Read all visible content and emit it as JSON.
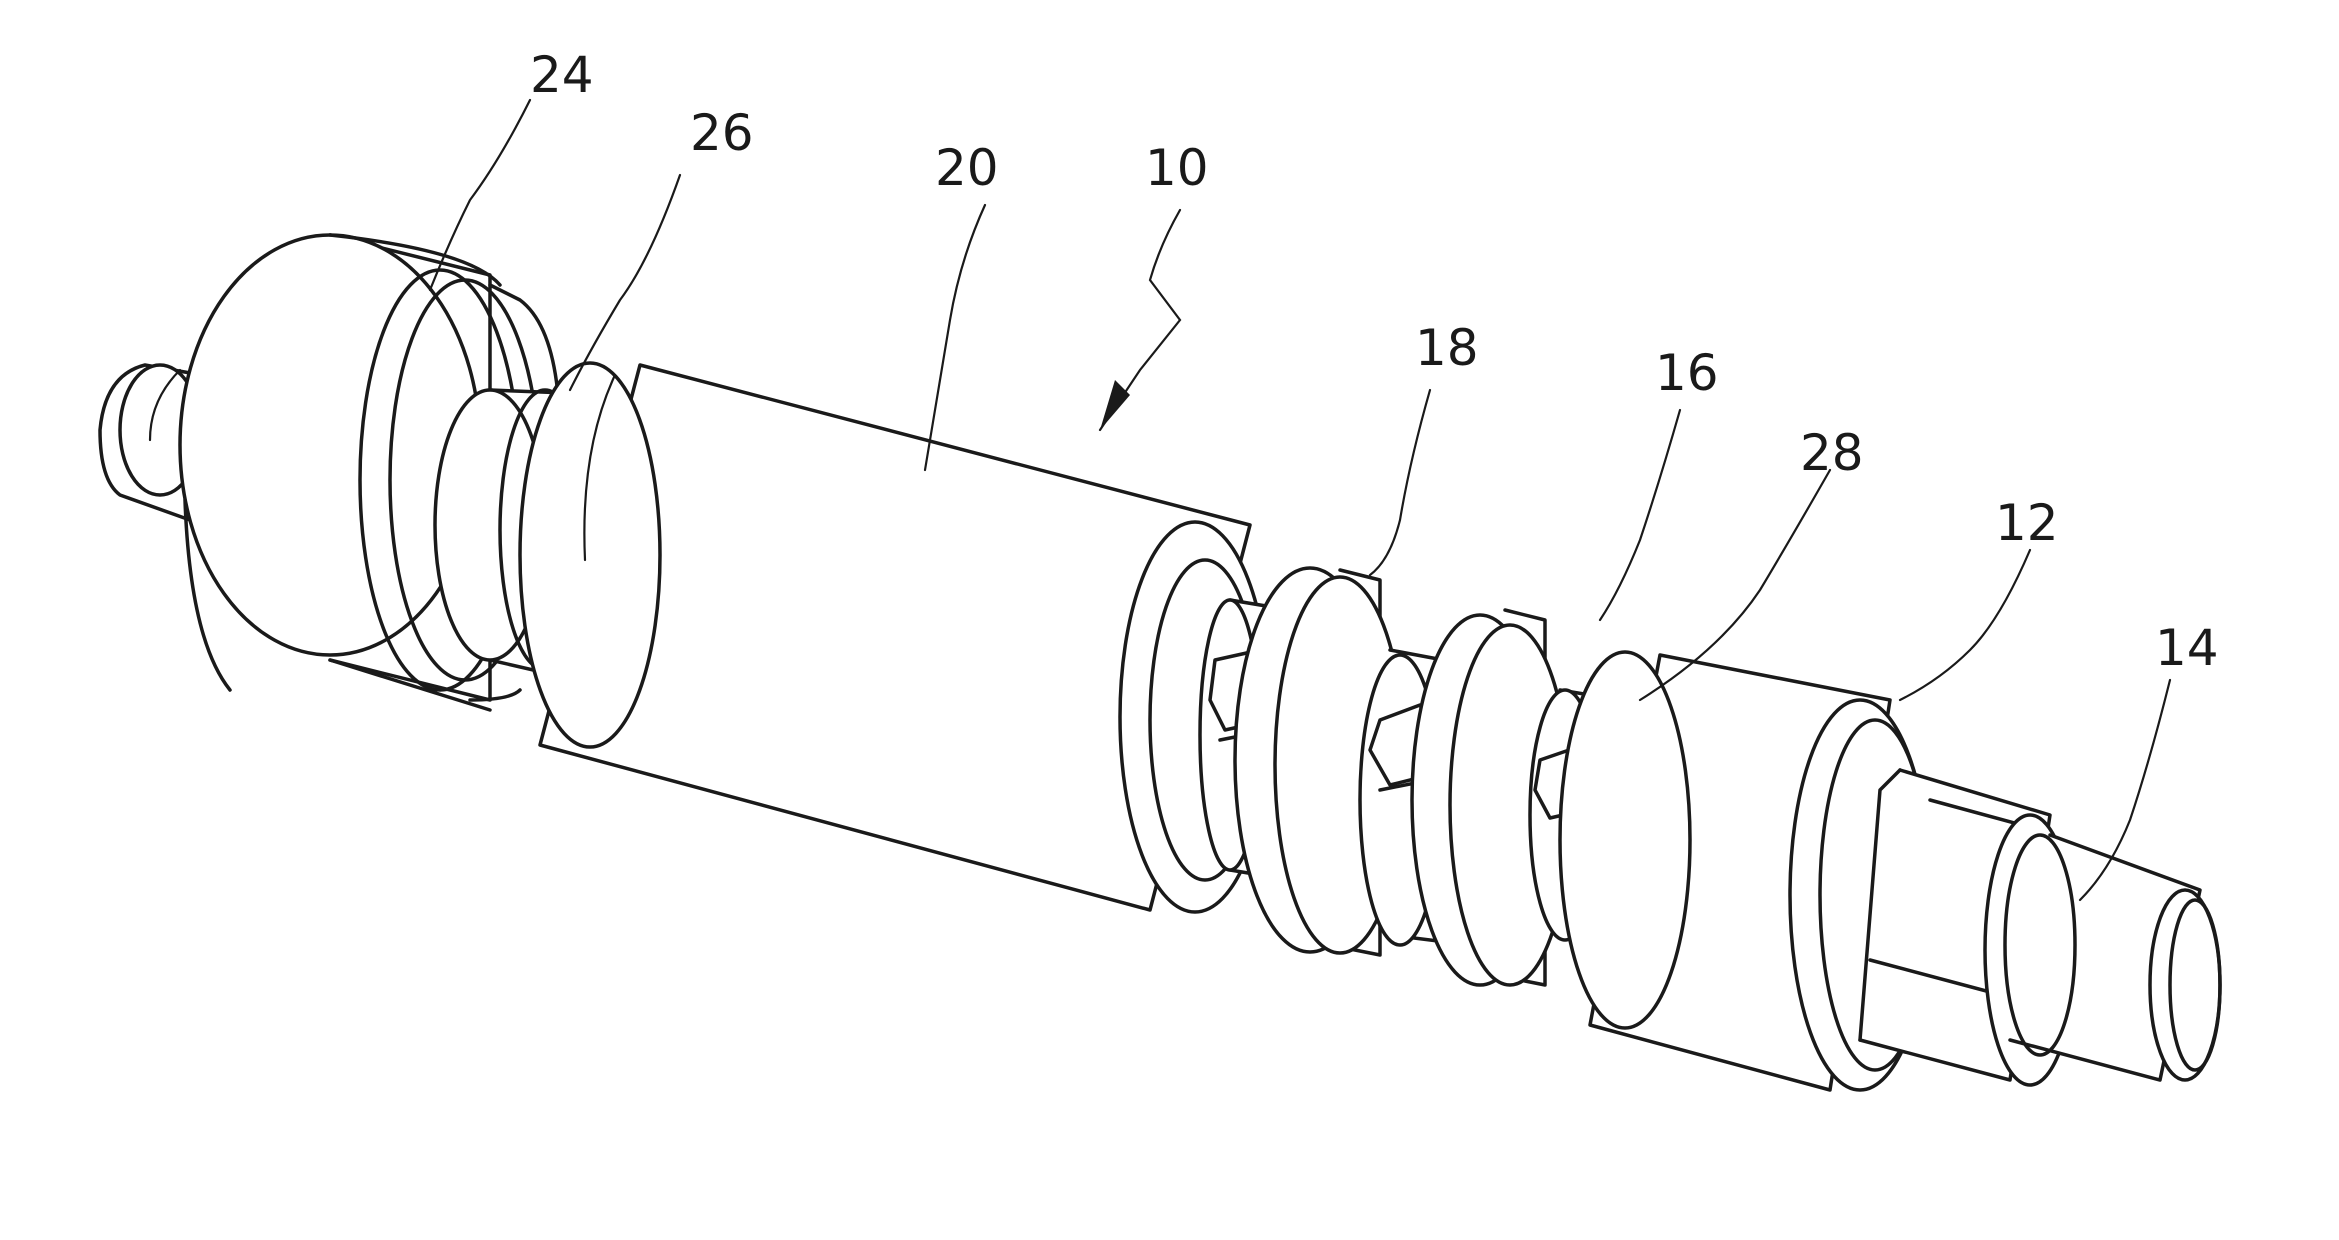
{
  "labels": {
    "l24": "24",
    "l26": "26",
    "l20": "20",
    "l10": "10",
    "l18": "18",
    "l16": "16",
    "l28": "28",
    "l12": "12",
    "l14": "14"
  }
}
